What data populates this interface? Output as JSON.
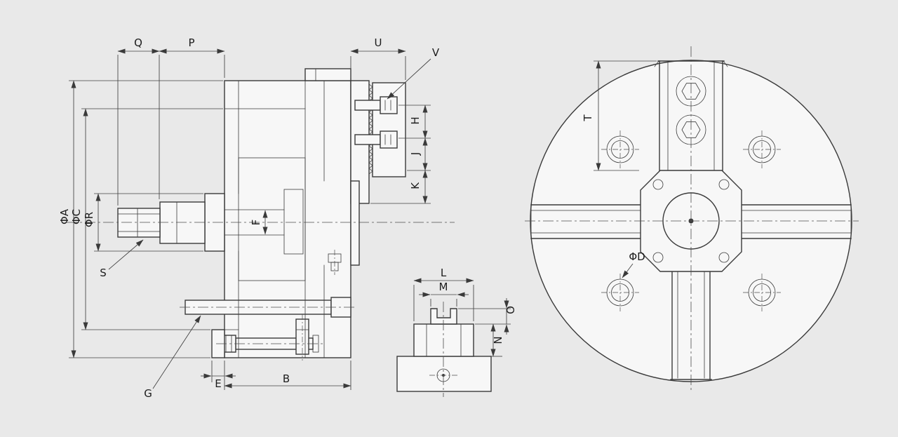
{
  "drawing": {
    "background_color": "#e9e9e9",
    "line_color": "#3a3a3a",
    "section_view": {
      "dim_q": "Q",
      "dim_p": "P",
      "dim_u": "U",
      "note_v": "V",
      "dim_h": "H",
      "dim_j": "J",
      "dim_k": "K",
      "dim_phi_a": "ΦA",
      "dim_phi_c": "ΦC",
      "dim_phi_r": "ΦR",
      "dim_f": "F",
      "note_s": "S",
      "note_g": "G",
      "dim_e": "E",
      "dim_b": "B"
    },
    "jaw_detail_view": {
      "dim_l": "L",
      "dim_m": "M",
      "dim_o": "O",
      "dim_n": "N"
    },
    "front_view": {
      "dim_t": "T",
      "dim_phi_d": "ΦD"
    }
  }
}
